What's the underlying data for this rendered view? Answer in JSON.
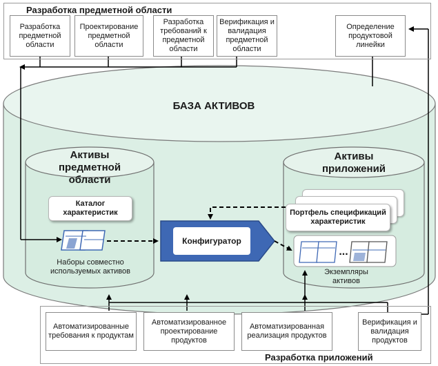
{
  "top_section": {
    "title": "Разработка предметной области",
    "boxes": [
      "Разработка предметной области",
      "Проектирование предметной области",
      "Разработка требований к предметной области",
      "Верификация и валидация предметной области"
    ],
    "product_line_box": "Определение продуктовой линейки"
  },
  "asset_base": {
    "title": "БАЗА АКТИВОВ",
    "domain_assets": {
      "title": "Активы предметной области",
      "catalog": "Каталог характеристик",
      "shared_assets": "Наборы совместно используемых активов"
    },
    "configurator": "Конфигуратор",
    "application_assets": {
      "title": "Активы приложений",
      "portfolio": "Портфель спецификаций характеристик",
      "instances": "Экземпляры активов",
      "ellipsis": "..."
    }
  },
  "bottom_section": {
    "title": "Разработка приложений",
    "boxes": [
      "Автоматизированные требования к продуктам",
      "Автоматизированное проектирование продуктов",
      "Автоматизированная реализация продуктов",
      "Верификация и валидация продуктов"
    ]
  },
  "colors": {
    "cylinder_fill": "#dcefe5",
    "cylinder_top": "#e9f5ef",
    "cylinder_stroke": "#7a7a7a",
    "configurator_fill": "#3e68b4",
    "configurator_stroke": "#2a4a88",
    "arrow": "#000000"
  }
}
